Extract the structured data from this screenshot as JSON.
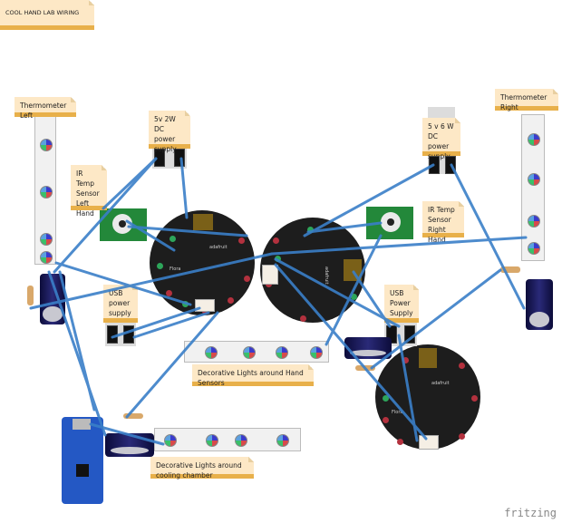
{
  "title": "COOL HAND LAB WIRING",
  "labels": {
    "thermometer_left": "Thermometer Left",
    "thermometer_right": "Thermometer Right",
    "psu_left": "5v 2W DC power supply",
    "psu_right": "5 v 6 W DC power supply",
    "ir_left": "IR Temp Sensor Left Hand",
    "ir_right": "IR Temp Sensor Right Hand",
    "usb_left": "USB power supply",
    "usb_right": "USB Power Supply",
    "deco_hands": "Decorative Lights around Hand Sensors",
    "deco_chamber": "Decorative Lights around cooling chamber"
  },
  "boards": {
    "flora_silk": "adafruit",
    "flora_name": "Flora"
  },
  "branding": "fritzing",
  "colors": {
    "wire": "#3a7fc8",
    "note_bg": "#fde8c6",
    "note_bar": "#e8b04a",
    "flora": "#1d1d1d",
    "ir_pcb": "#23883a"
  }
}
